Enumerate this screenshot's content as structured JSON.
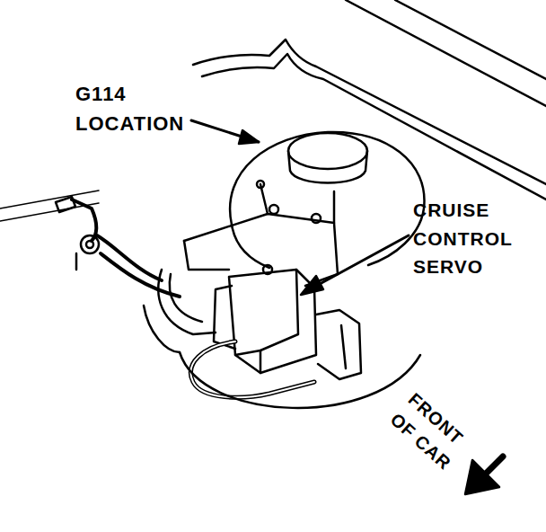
{
  "diagram": {
    "labels": [
      "G114 LOCATION",
      "CRUISE CONTROL SERVO",
      "FRONT OF CAR"
    ]
  }
}
